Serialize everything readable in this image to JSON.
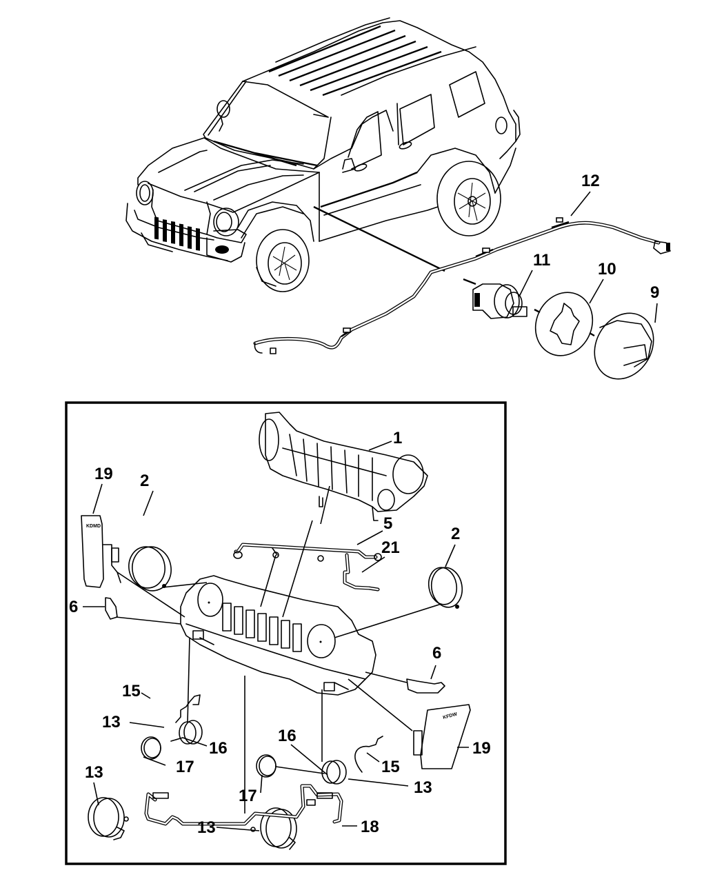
{
  "diagram": {
    "title": "Front Lighting & Fog Lamps Exploded View",
    "vehicle": "SUV (Liberty style), front three-quarter view",
    "callouts": [
      {
        "id": "c1",
        "label": "1",
        "part": "grille-opening-reinforcement"
      },
      {
        "id": "c2a",
        "label": "2",
        "part": "headlamp-left"
      },
      {
        "id": "c2b",
        "label": "2",
        "part": "headlamp-right"
      },
      {
        "id": "c5",
        "label": "5",
        "part": "wiring-harness"
      },
      {
        "id": "c6a",
        "label": "6",
        "part": "side-marker-left"
      },
      {
        "id": "c6b",
        "label": "6",
        "part": "side-marker-right"
      },
      {
        "id": "c9",
        "label": "9",
        "part": "side-repeater-lens"
      },
      {
        "id": "c10",
        "label": "10",
        "part": "gasket"
      },
      {
        "id": "c11",
        "label": "11",
        "part": "socket"
      },
      {
        "id": "c12",
        "label": "12",
        "part": "body-wiring"
      },
      {
        "id": "c13a",
        "label": "13",
        "part": "fog-lamp-left"
      },
      {
        "id": "c13b",
        "label": "13",
        "part": "fog-lamp-right"
      },
      {
        "id": "c13c",
        "label": "13",
        "part": "fog-lamp-aux-left"
      },
      {
        "id": "c13d",
        "label": "13",
        "part": "fog-lamp-aux-center"
      },
      {
        "id": "c15a",
        "label": "15",
        "part": "fog-lamp-wire-left"
      },
      {
        "id": "c15b",
        "label": "15",
        "part": "fog-lamp-wire-right"
      },
      {
        "id": "c16a",
        "label": "16",
        "part": "fog-lamp-bezel-left"
      },
      {
        "id": "c16b",
        "label": "16",
        "part": "fog-lamp-bezel-right"
      },
      {
        "id": "c17a",
        "label": "17",
        "part": "fog-lamp-ring-left"
      },
      {
        "id": "c17b",
        "label": "17",
        "part": "fog-lamp-ring-right"
      },
      {
        "id": "c18",
        "label": "18",
        "part": "fog-lamp-harness"
      },
      {
        "id": "c19a",
        "label": "19",
        "part": "lamp-shield-left"
      },
      {
        "id": "c19b",
        "label": "19",
        "part": "lamp-shield-right"
      },
      {
        "id": "c21",
        "label": "21",
        "part": "jumper-harness"
      }
    ],
    "labels": {
      "shield_left_text": "KDMD",
      "shield_right_text": "KFDW"
    }
  }
}
